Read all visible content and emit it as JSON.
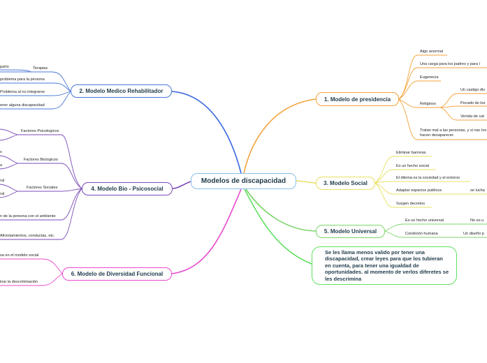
{
  "root": {
    "label": "Modelos de discapacidad"
  },
  "branches": {
    "presidencia": {
      "label": "1. Modelo de presidencia",
      "color": "#f4a23a",
      "items": [
        "Algo anormal",
        "Una carga para los padres y para l",
        "Eugenecia",
        "Religioso",
        "Tratan mal a las personas, y si nac los hacen desaparecer."
      ],
      "religioso_items": [
        "Un castigo div",
        "Pecado de los",
        "Venida de cat"
      ]
    },
    "medico": {
      "label": "2. Modelo Medico Rehabilitador",
      "color": "#4a78d8",
      "items": [
        "Terapias",
        "problema para la persona",
        "Problema al no integrarse",
        "ener alguna discapacidad"
      ],
      "terapias_sub": "parto"
    },
    "social": {
      "label": "3. Modelo Social",
      "color": "#e8e060",
      "items": [
        "Eliminar barreras",
        "Es un hecho social",
        "El dilema es la sociedad y el entorno",
        "Adaptar espacios publicos",
        "Surgen decretos"
      ],
      "adaptar_sub": "se lucha"
    },
    "bio": {
      "label": "4. Modelo Bio -  Psicosocial",
      "color": "#7b4bb8",
      "items": [
        "Factores Psicologicos",
        "Factores Biologicos",
        "Factores Sociales",
        "n de la persona con el ambiente",
        "Afrontamientos, conductas, etc."
      ],
      "biologicos_sub": [
        "s",
        "a"
      ],
      "sociales_sub": [
        "ral",
        "ral"
      ]
    },
    "universal": {
      "label": "5. Modelo Universal",
      "color": "#7cd46a",
      "items": [
        "Es un hecho universal",
        "Condición humana"
      ],
      "universal_sub": "No es u",
      "condicion_sub": "Un diseño p"
    },
    "diversidad": {
      "label": "6. Modelo de Diversidad Funcional",
      "color": "#e84ad0",
      "items": [
        "sa en el modelo social",
        "inar la descriminación"
      ]
    },
    "note": {
      "label": "Se les llama menos valido por tener una discapacidad, crear leyes para que los tubieran en cuenta, para tener una igualdad de oportunidades. al momento de verlos diferetes se les descrimina",
      "color": "#5fe060"
    }
  }
}
